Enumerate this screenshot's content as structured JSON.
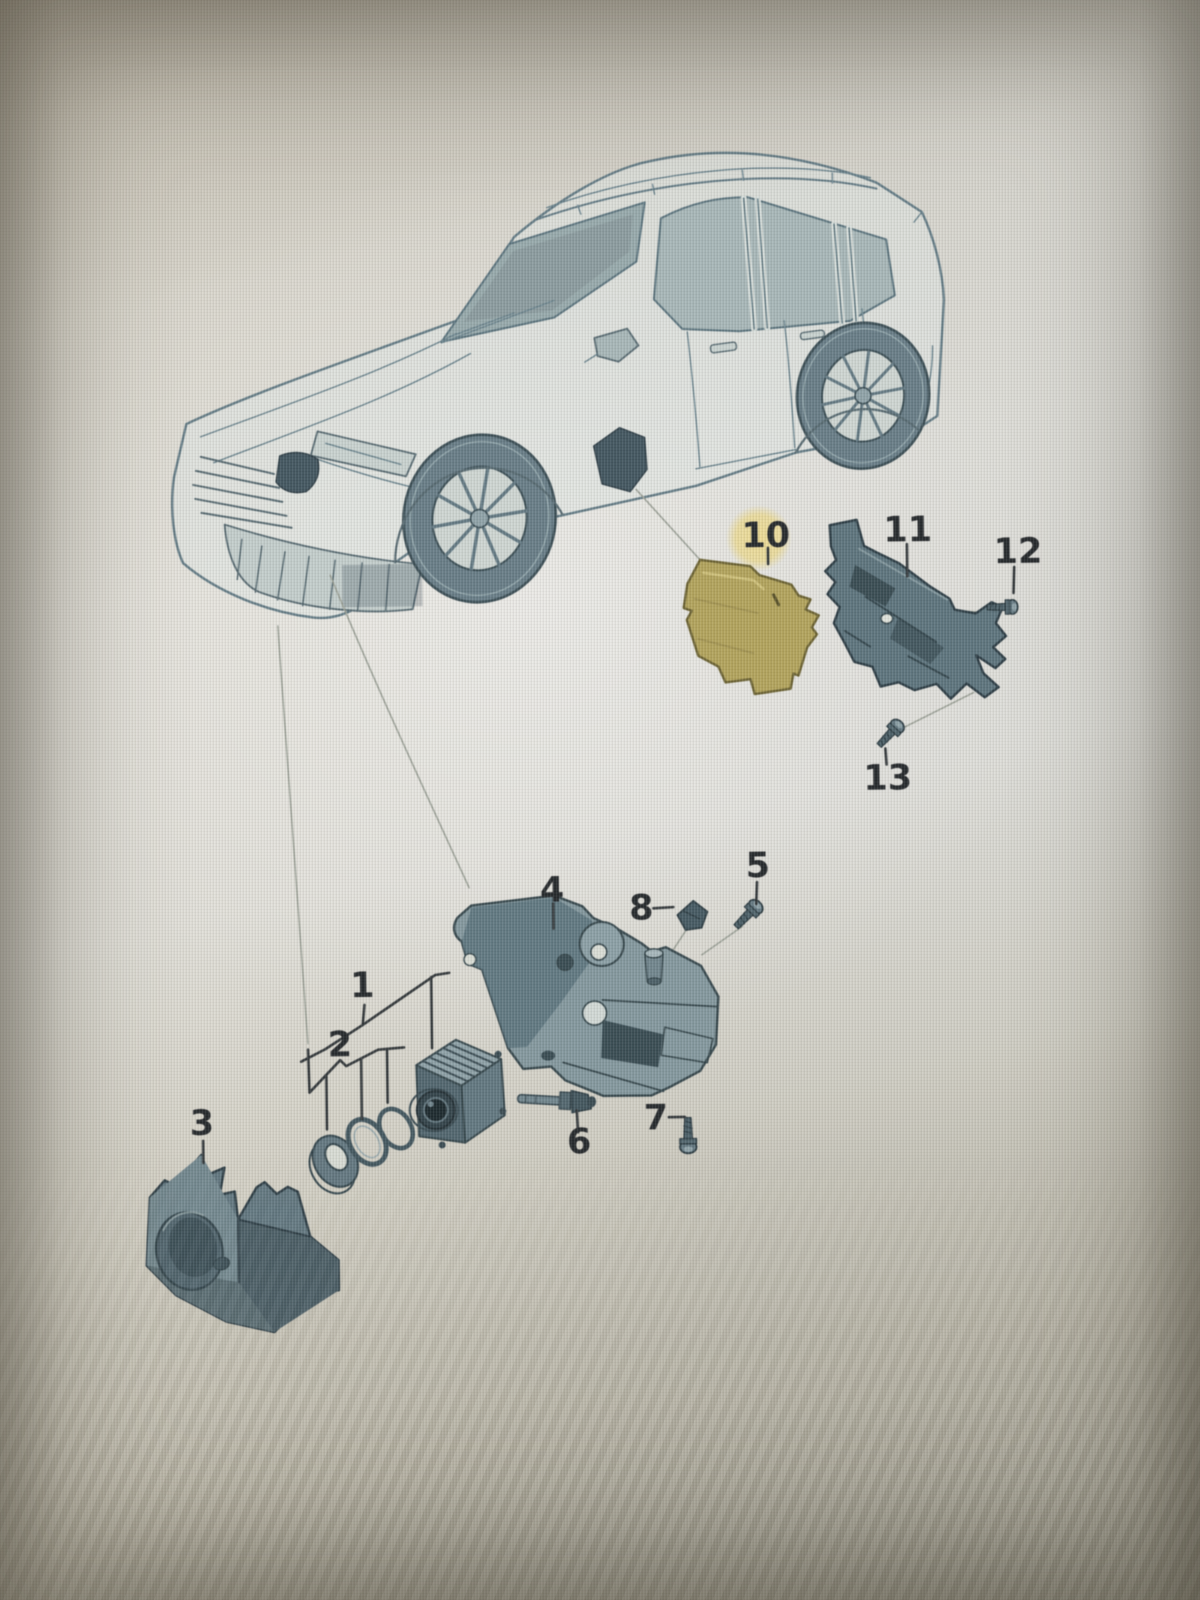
{
  "diagram": {
    "kind": "vehicle-parts-exploded-diagram",
    "vehicle_icon": "suv-three-quarter-line-art",
    "callouts": {
      "c1": {
        "label": "1",
        "part": "front-camera-unit"
      },
      "c2": {
        "label": "2",
        "part": "camera-trim-rings"
      },
      "c3": {
        "label": "3",
        "part": "camera-cover-housing"
      },
      "c4": {
        "label": "4",
        "part": "camera-mounting-bracket"
      },
      "c5": {
        "label": "5",
        "part": "bolt"
      },
      "c6": {
        "label": "6",
        "part": "locating-pin"
      },
      "c7": {
        "label": "7",
        "part": "bolt"
      },
      "c8": {
        "label": "8",
        "part": "retaining-clip"
      },
      "c10": {
        "label": "10",
        "part": "control-module",
        "highlighted": true
      },
      "c11": {
        "label": "11",
        "part": "module-bracket"
      },
      "c12": {
        "label": "12",
        "part": "bolt"
      },
      "c13": {
        "label": "13",
        "part": "bolt"
      }
    },
    "colors": {
      "module_highlight": "#b1a152",
      "module_halo": "#ecd98b",
      "part_slate": "#5b737e",
      "part_slate_dark": "#3c515d",
      "line_art": "#5d7884",
      "label_text": "#1e2226",
      "leader_gray": "#9aa096",
      "screen_paper": "#e5e4de"
    }
  }
}
